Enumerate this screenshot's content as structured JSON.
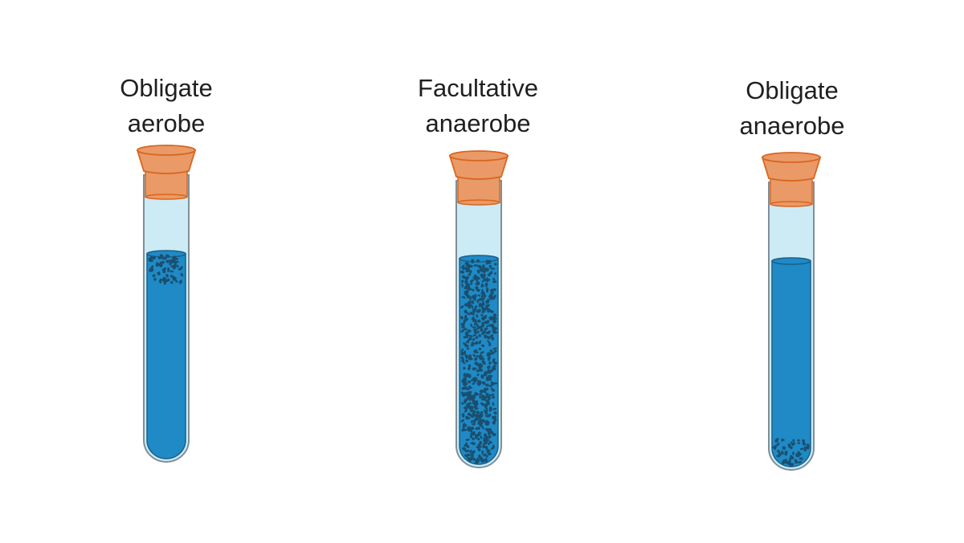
{
  "tubes": [
    {
      "id": "obligate-aerobe",
      "label_line1": "Obligate",
      "label_line2": "aerobe",
      "growth": "top"
    },
    {
      "id": "facultative-anaerobe",
      "label_line1": "Facultative",
      "label_line2": "anaerobe",
      "growth": "throughout"
    },
    {
      "id": "obligate-anaerobe",
      "label_line1": "Obligate",
      "label_line2": "anaerobe",
      "growth": "bottom"
    }
  ],
  "colors": {
    "stopper_fill": "#e99a67",
    "stopper_stroke": "#d9651f",
    "glass_fill": "#cdebf5",
    "glass_stroke": "#7f8f97",
    "medium_fill": "#1f8ac6",
    "medium_stroke": "#1a5f8c",
    "colony_fill": "#1a4f6e"
  }
}
